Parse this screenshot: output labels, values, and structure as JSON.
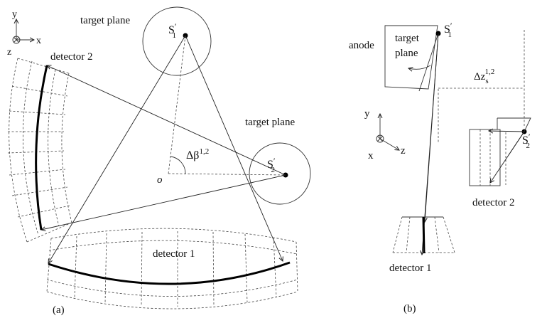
{
  "panel_a": {
    "axis_y": "y",
    "axis_x": "x",
    "axis_z": "z",
    "target_plane_top": "target plane",
    "target_plane_right": "target plane",
    "source_1": "S",
    "source_1_sup": "′",
    "source_1_sub": "1",
    "source_2": "S",
    "source_2_sup": "′",
    "source_2_sub": "2",
    "detector_2": "detector 2",
    "detector_1": "detector 1",
    "origin": "o",
    "angle": "Δβ",
    "angle_sup": "1,2",
    "caption": "(a)"
  },
  "panel_b": {
    "anode": "anode",
    "target_plane_line1": "target",
    "target_plane_line2": "plane",
    "source_1": "S",
    "source_1_sup": "′",
    "source_1_sub": "1",
    "source_2": "S",
    "source_2_sup": "′",
    "source_2_sub": "2",
    "delta_z": "Δz",
    "delta_z_sub": "s",
    "delta_z_sup": "1,2",
    "axis_y": "y",
    "axis_x": "x",
    "axis_z": "z",
    "detector_2": "detector 2",
    "detector_1": "detector 1",
    "caption": "(b)"
  }
}
